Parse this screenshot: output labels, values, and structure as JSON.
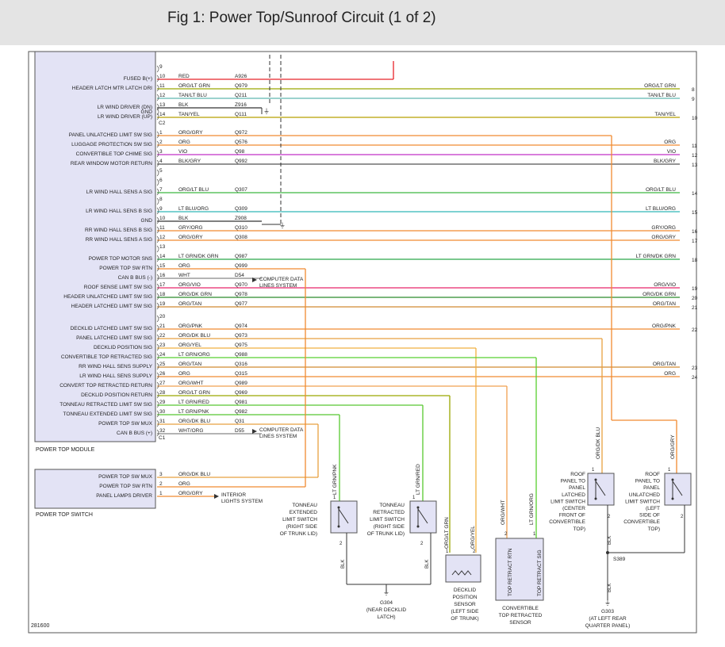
{
  "header": {
    "title": "Fig 1: Power Top/Sunroof Circuit (1 of 2)"
  },
  "module": {
    "name": "POWER TOP MODULE",
    "connectors": [
      "C2",
      "C1"
    ],
    "rows": [
      {
        "pin": "9",
        "label": "",
        "color": "",
        "circuit": ""
      },
      {
        "pin": "10",
        "label": "FUSED B(+)",
        "color": "RED",
        "circuit": "A926"
      },
      {
        "pin": "11",
        "label": "HEADER LATCH MTR LATCH DRI",
        "color": "ORG/LT GRN",
        "circuit": "Q979",
        "right_color": "ORG/LT GRN",
        "term": "8"
      },
      {
        "pin": "12",
        "label": "",
        "color": "TAN/LT BLU",
        "circuit": "Q211",
        "right_color": "TAN/LT BLU",
        "term": "9"
      },
      {
        "pin": "13",
        "label": "LR WIND DRIVER (DN)",
        "color": "BLK",
        "circuit": "Z916"
      },
      {
        "pin": "",
        "label": "GND",
        "color": "",
        "circuit": ""
      },
      {
        "pin": "14",
        "label": "LR WIND DRIVER (UP)",
        "color": "TAN/YEL",
        "circuit": "Q111",
        "right_color": "TAN/YEL",
        "term": "10"
      },
      {
        "pin": "1",
        "label": "PANEL UNLATCHED LIMIT SW SIG",
        "color": "ORG/GRY",
        "circuit": "Q972"
      },
      {
        "pin": "2",
        "label": "LUGGAGE PROTECTION SW SIG",
        "color": "ORG",
        "circuit": "Q576",
        "right_color": "ORG",
        "term": "11"
      },
      {
        "pin": "3",
        "label": "CONVERTIBLE TOP CHIME SIG",
        "color": "VIO",
        "circuit": "Q98",
        "right_color": "VIO",
        "term": "12"
      },
      {
        "pin": "4",
        "label": "REAR WINDOW MOTOR RETURN",
        "color": "BLK/GRY",
        "circuit": "Q992",
        "right_color": "BLK/GRY",
        "term": "13"
      },
      {
        "pin": "5",
        "label": "",
        "color": "",
        "circuit": ""
      },
      {
        "pin": "6",
        "label": "",
        "color": "",
        "circuit": ""
      },
      {
        "pin": "7",
        "label": "LR WIND HALL SENS A SIG",
        "color": "ORG/LT BLU",
        "circuit": "Q307",
        "right_color": "ORG/LT BLU",
        "term": "14"
      },
      {
        "pin": "8",
        "label": "",
        "color": "",
        "circuit": ""
      },
      {
        "pin": "9",
        "label": "LR WIND HALL SENS B SIG",
        "color": "LT BLU/ORG",
        "circuit": "Q309",
        "right_color": "LT BLU/ORG",
        "term": "15"
      },
      {
        "pin": "10",
        "label": "GND",
        "color": "BLK",
        "circuit": "Z908"
      },
      {
        "pin": "11",
        "label": "RR WIND HALL SENS B SIG",
        "color": "GRY/ORG",
        "circuit": "Q310",
        "right_color": "GRY/ORG",
        "term": "16"
      },
      {
        "pin": "12",
        "label": "RR WIND HALL SENS A SIG",
        "color": "ORG/GRY",
        "circuit": "Q308",
        "right_color": "ORG/GRY",
        "term": "17"
      },
      {
        "pin": "13",
        "label": "",
        "color": "",
        "circuit": ""
      },
      {
        "pin": "14",
        "label": "POWER TOP MOTOR SNS",
        "color": "LT GRN/DK GRN",
        "circuit": "Q987",
        "right_color": "LT GRN/DK GRN",
        "term": "18"
      },
      {
        "pin": "15",
        "label": "POWER TOP SW RTN",
        "color": "ORG",
        "circuit": "Q999"
      },
      {
        "pin": "16",
        "label": "CAN B BUS (-)",
        "color": "WHT",
        "circuit": "D54"
      },
      {
        "pin": "17",
        "label": "ROOF SENSE LIMIT SW SIG",
        "color": "ORG/VIO",
        "circuit": "Q970",
        "right_color": "ORG/VIO",
        "term": "19"
      },
      {
        "pin": "18",
        "label": "HEADER UNLATCHED LIMIT SW SIG",
        "color": "ORG/DK GRN",
        "circuit": "Q978",
        "right_color": "ORG/DK GRN",
        "term": "20"
      },
      {
        "pin": "19",
        "label": "HEADER LATCHED LIMIT SW SIG",
        "color": "ORG/TAN",
        "circuit": "Q977",
        "right_color": "ORG/TAN",
        "term": "21"
      },
      {
        "pin": "20",
        "label": "",
        "color": "",
        "circuit": ""
      },
      {
        "pin": "21",
        "label": "DECKLID LATCHED LIMIT SW SIG",
        "color": "ORG/PNK",
        "circuit": "Q974",
        "right_color": "ORG/PNK",
        "term": "22"
      },
      {
        "pin": "22",
        "label": "PANEL LATCHED LIMIT SW SIG",
        "color": "ORG/DK BLU",
        "circuit": "Q973"
      },
      {
        "pin": "23",
        "label": "DECKLID POSITION SIG",
        "color": "ORG/YEL",
        "circuit": "Q975"
      },
      {
        "pin": "24",
        "label": "CONVERTIBLE TOP RETRACTED SIG",
        "color": "LT GRN/ORG",
        "circuit": "Q988"
      },
      {
        "pin": "25",
        "label": "RR WIND HALL SENS SUPPLY",
        "color": "ORG/TAN",
        "circuit": "Q316",
        "right_color": "ORG/TAN",
        "term": "23"
      },
      {
        "pin": "26",
        "label": "LR WIND HALL SENS SUPPLY",
        "color": "ORG",
        "circuit": "Q315",
        "right_color": "ORG",
        "term": "24"
      },
      {
        "pin": "27",
        "label": "CONVERT TOP RETRACTED RETURN",
        "color": "ORG/WHT",
        "circuit": "Q989"
      },
      {
        "pin": "28",
        "label": "DECKLID POSITION RETURN",
        "color": "ORG/LT GRN",
        "circuit": "Q969"
      },
      {
        "pin": "29",
        "label": "TONNEAU RETRACTED LIMIT SW SIG",
        "color": "LT GRN/RED",
        "circuit": "Q981"
      },
      {
        "pin": "30",
        "label": "TONNEAU EXTENDED LIMIT SW SIG",
        "color": "LT GRN/PNK",
        "circuit": "Q982"
      },
      {
        "pin": "31",
        "label": "POWER TOP SW MUX",
        "color": "ORG/DK BLU",
        "circuit": "Q31"
      },
      {
        "pin": "32",
        "label": "CAN B BUS (+)",
        "color": "WHT/ORG",
        "circuit": "D55"
      }
    ],
    "annotations": [
      "COMPUTER DATA\nLINES SYSTEM",
      "COMPUTER DATA\nLINES SYSTEM"
    ]
  },
  "switch_module": {
    "name": "POWER TOP SWITCH",
    "rows": [
      {
        "pin": "3",
        "label": "POWER TOP SW MUX",
        "color": "ORG/DK BLU"
      },
      {
        "pin": "2",
        "label": "POWER TOP SW RTN",
        "color": "ORG"
      },
      {
        "pin": "1",
        "label": "PANEL LAMPS DRIVER",
        "color": "ORG/GRY"
      }
    ],
    "annotation": "INTERIOR\nLIGHTS SYSTEM"
  },
  "components": {
    "tonneau_extended": "TONNEAU\nEXTENDED\nLIMIT SWITCH\n(RIGHT SIDE\nOF TRUNK LID)",
    "tonneau_retracted": "TONNEAU\nRETRACTED\nLIMIT SWITCH\n(RIGHT SIDE\nOF TRUNK LID)",
    "decklid_sensor": "DECKLID\nPOSITION\nSENSOR\n(LEFT SIDE\nOF TRUNK)",
    "top_retracted_sensor": "CONVERTIBLE\nTOP RETRACTED\nSENSOR",
    "roof_latched": "ROOF\nPANEL TO\nPANEL\nLATCHED\nLIMIT SWITCH\n(CENTER\nFRONT OF\nCONVERTIBLE\nTOP)",
    "roof_unlatched": "ROOF\nPANEL TO\nPANEL\nUNLATCHED\nLIMIT SWITCH\n(LEFT\nSIDE OF\nCONVERTIBLE\nTOP)",
    "top_retract_rtn": "TOP RETRACT RTN",
    "top_retract_sig": "TOP RETRACT SIG",
    "g304": "G304\n(NEAR DECKLID\nLATCH)",
    "g303": "G303\n(AT LEFT REAR\nQUARTER PANEL)",
    "s389": "S389",
    "blk": "BLK"
  },
  "vertical_wire_labels": [
    "LT GRN/PNK",
    "LT GRN/RED",
    "ORG/LT GRN",
    "ORG/YEL",
    "ORG/WHT",
    "LT GRN/ORG",
    "ORG/DK BLU",
    "ORG/GRY"
  ],
  "footer_code": "281600",
  "wire_colors": {
    "RED": "#e8242a",
    "ORG/LT GRN": "#9aa800",
    "TAN/LT BLU": "#5fb8b0",
    "BLK": "#333333",
    "TAN/YEL": "#b8a000",
    "ORG/GRY": "#f08a30",
    "ORG": "#f08a30",
    "VIO": "#c030c8",
    "BLK/GRY": "#555555",
    "ORG/LT BLU": "#3cb840",
    "LT BLU/ORG": "#30b8b8",
    "GRY/ORG": "#f08a30",
    "LT GRN/DK GRN": "#2aa84a",
    "WHT": "#888888",
    "ORG/VIO": "#e8246a",
    "ORG/DK GRN": "#2a8c2a",
    "ORG/TAN": "#d08a30",
    "ORG/PNK": "#f08a30",
    "ORG/DK BLU": "#e8a040",
    "ORG/YEL": "#f0b040",
    "LT GRN/ORG": "#58d030",
    "ORG/WHT": "#f0a050",
    "LT GRN/RED": "#58c830",
    "LT GRN/PNK": "#58c830",
    "WHT/ORG": "#888888"
  }
}
